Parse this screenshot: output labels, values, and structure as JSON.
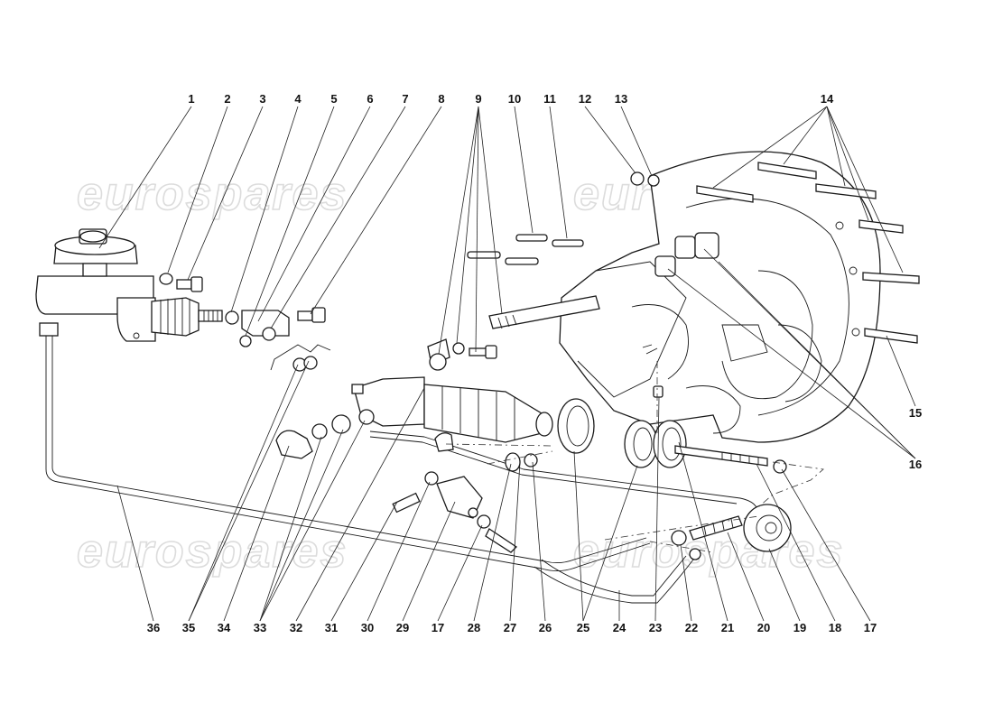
{
  "watermark": "eurospares",
  "callouts": [
    {
      "n": "1"
    },
    {
      "n": "2"
    },
    {
      "n": "3"
    },
    {
      "n": "4"
    },
    {
      "n": "5"
    },
    {
      "n": "6"
    },
    {
      "n": "7"
    },
    {
      "n": "8"
    },
    {
      "n": "9"
    },
    {
      "n": "10"
    },
    {
      "n": "11"
    },
    {
      "n": "12"
    },
    {
      "n": "13"
    },
    {
      "n": "14"
    },
    {
      "n": "15"
    },
    {
      "n": "16"
    },
    {
      "n": "36"
    },
    {
      "n": "35"
    },
    {
      "n": "34"
    },
    {
      "n": "33"
    },
    {
      "n": "32"
    },
    {
      "n": "31"
    },
    {
      "n": "30"
    },
    {
      "n": "29"
    },
    {
      "n": "17"
    },
    {
      "n": "28"
    },
    {
      "n": "27"
    },
    {
      "n": "26"
    },
    {
      "n": "25"
    },
    {
      "n": "24"
    },
    {
      "n": "23"
    },
    {
      "n": "22"
    },
    {
      "n": "21"
    },
    {
      "n": "20"
    },
    {
      "n": "19"
    },
    {
      "n": "18"
    },
    {
      "n": "17"
    }
  ]
}
